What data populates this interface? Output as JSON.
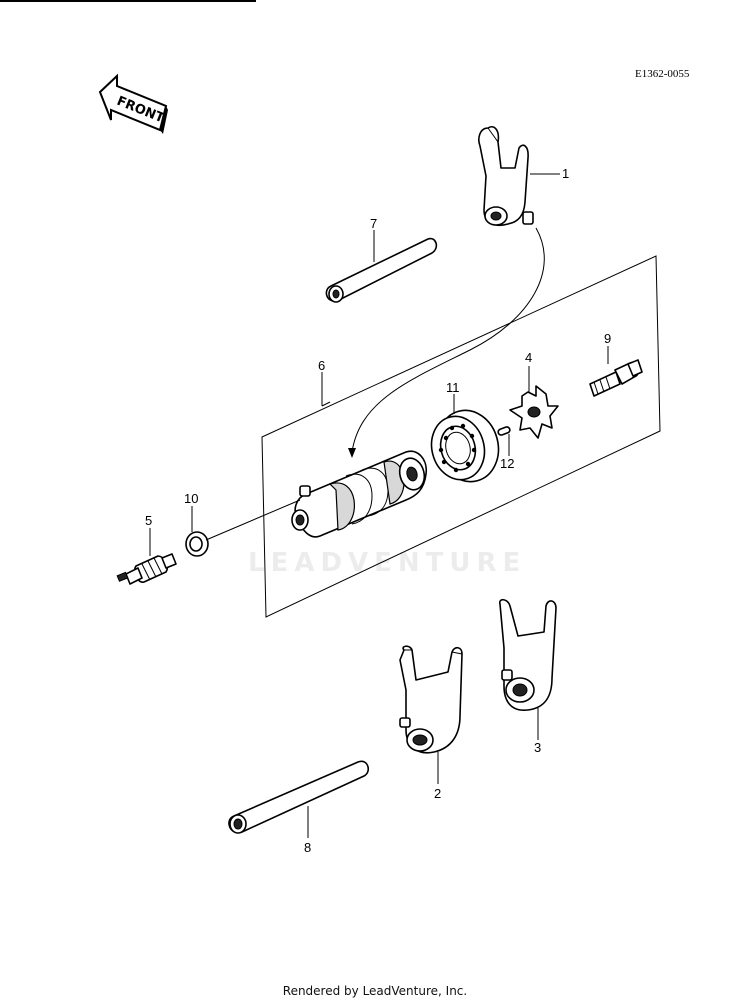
{
  "diagram_code": "E1362-0055",
  "front_label": "FRONT",
  "watermark": "LEADVENTURE",
  "footer": "Rendered by LeadVenture, Inc.",
  "callouts": [
    "1",
    "2",
    "3",
    "4",
    "5",
    "6",
    "7",
    "8",
    "9",
    "10",
    "11",
    "12"
  ]
}
